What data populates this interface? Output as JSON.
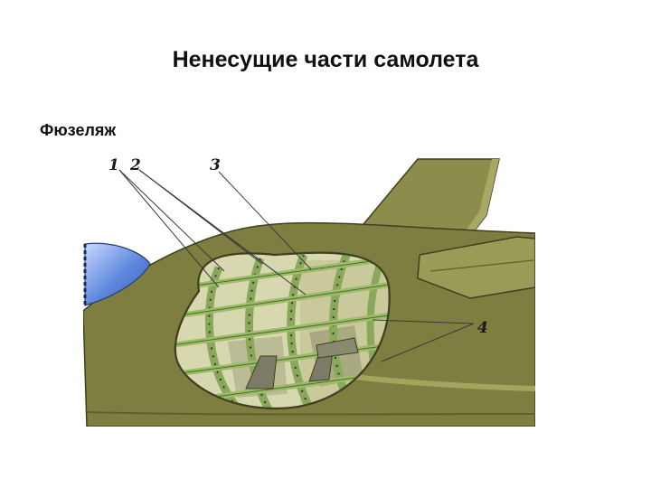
{
  "slide": {
    "title": "Ненесущие части самолета",
    "subtitle": "Фюзеляж"
  },
  "diagram": {
    "callouts": [
      {
        "id": "1",
        "label": "1"
      },
      {
        "id": "2",
        "label": "2"
      },
      {
        "id": "3",
        "label": "3"
      },
      {
        "id": "4",
        "label": "4"
      }
    ],
    "colors": {
      "skin": "#7d7e3f",
      "skin_light": "#a3a45e",
      "skin_dark": "#5f602f",
      "frame": "#8aa85c",
      "frame_dark": "#4f6a32",
      "interior": "#dcdcb4",
      "glass": "#4f7fd8"
    }
  }
}
